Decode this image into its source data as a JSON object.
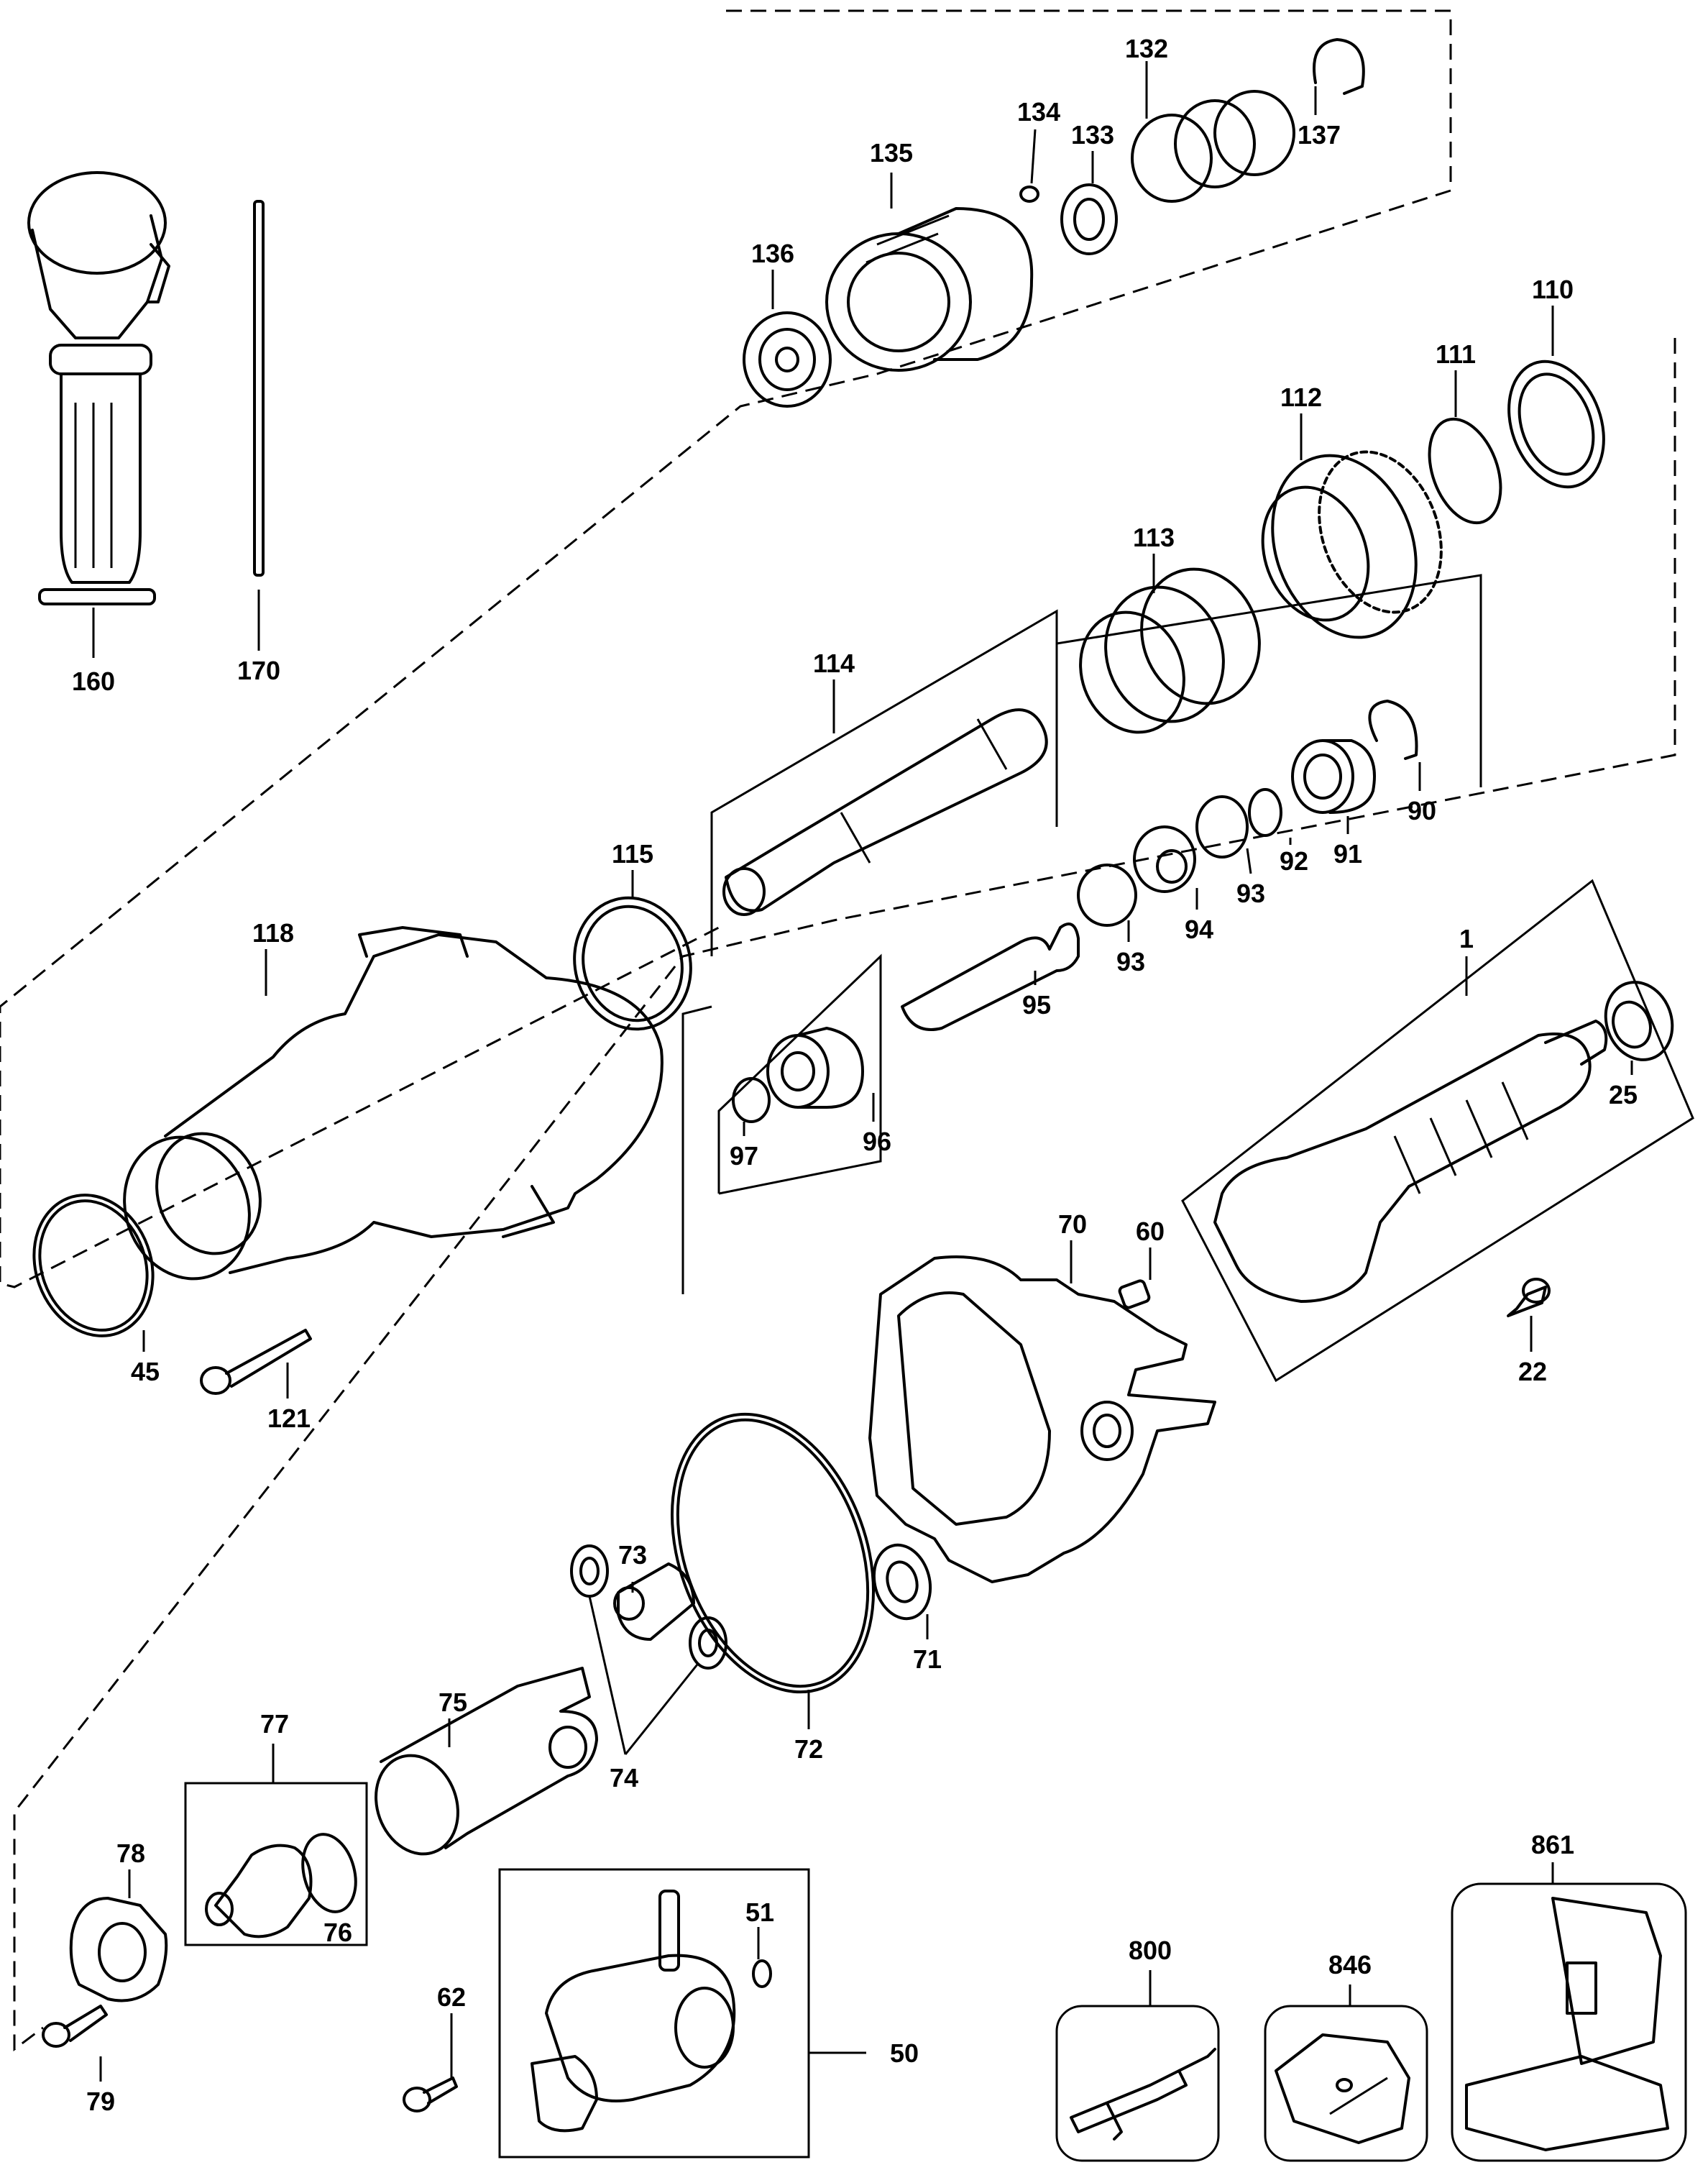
{
  "labels": {
    "p1": "1",
    "p22": "22",
    "p25": "25",
    "p45": "45",
    "p50": "50",
    "p51": "51",
    "p60": "60",
    "p62": "62",
    "p70": "70",
    "p71": "71",
    "p72": "72",
    "p73": "73",
    "p74": "74",
    "p75": "75",
    "p76": "76",
    "p77": "77",
    "p78": "78",
    "p79": "79",
    "p90": "90",
    "p91": "91",
    "p92": "92",
    "p93a": "93",
    "p93b": "93",
    "p94": "94",
    "p95": "95",
    "p96": "96",
    "p97": "97",
    "p110": "110",
    "p111": "111",
    "p112": "112",
    "p113": "113",
    "p114": "114",
    "p115": "115",
    "p118": "118",
    "p121": "121",
    "p132": "132",
    "p133": "133",
    "p134": "134",
    "p135": "135",
    "p136": "136",
    "p137": "137",
    "p160": "160",
    "p170": "170",
    "p800": "800",
    "p846": "846",
    "p861": "861"
  }
}
